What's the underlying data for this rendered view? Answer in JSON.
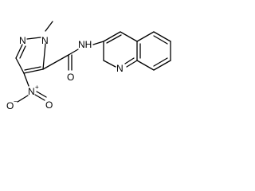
{
  "atoms": {
    "n1": "N",
    "n2": "N",
    "methyl": "/",
    "nh": "NH",
    "o_carbonyl": "O",
    "n_quinoline": "N",
    "n_nitro": "N",
    "o_nitro_left": "O",
    "o_nitro_right": "O",
    "plus": "+",
    "minus": "−"
  }
}
